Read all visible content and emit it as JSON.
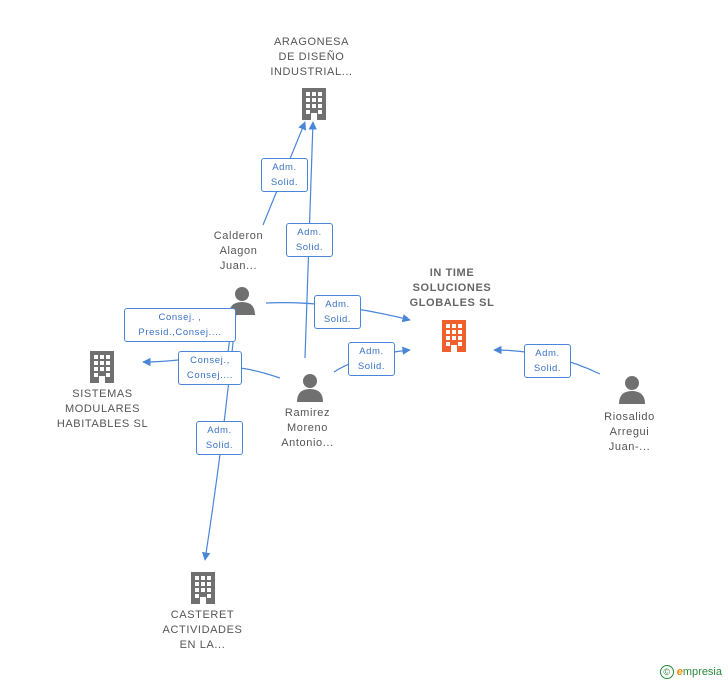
{
  "nodes": {
    "aragonesa": {
      "label": "ARAGONESA\nDE DISEÑO\nINDUSTRIAL...",
      "icon": "company-icon",
      "color": "#707070"
    },
    "calderon": {
      "label": "Calderon\nAlagon\nJuan...",
      "icon": "person-icon",
      "color": "#707070"
    },
    "in_time": {
      "label": "IN TIME\nSOLUCIONES\nGLOBALES SL",
      "icon": "company-icon",
      "color": "#f0602c"
    },
    "sistemas": {
      "label": "SISTEMAS\nMODULARES\nHABITABLES SL",
      "icon": "company-icon",
      "color": "#707070"
    },
    "ramirez": {
      "label": "Ramirez\nMoreno\nAntonio...",
      "icon": "person-icon",
      "color": "#707070"
    },
    "riosalido": {
      "label": "Riosalido\nArregui\nJuan-...",
      "icon": "person-icon",
      "color": "#707070"
    },
    "casteret": {
      "label": "CASTERET\nACTIVIDADES\nEN LA...",
      "icon": "company-icon",
      "color": "#707070"
    }
  },
  "relations": {
    "calderon_aragonesa": "Adm.\nSolid.",
    "ramirez_aragonesa": "Adm.\nSolid.",
    "calderon_intime": "Adm.\nSolid.",
    "ramirez_intime": "Adm.\nSolid.",
    "riosalido_intime": "Adm.\nSolid.",
    "calderon_sistemas": "Consej. ,\nPresid.,Consej....",
    "ramirez_sistemas": "Consej.,\nConsej....",
    "calderon_casteret": "Adm.\nSolid."
  },
  "colors": {
    "edge": "#4a86d8",
    "focus": "#f0602c",
    "node": "#707070"
  },
  "footer": {
    "copyright": "©",
    "brand_initial": "e",
    "brand_rest": "mpresia"
  }
}
